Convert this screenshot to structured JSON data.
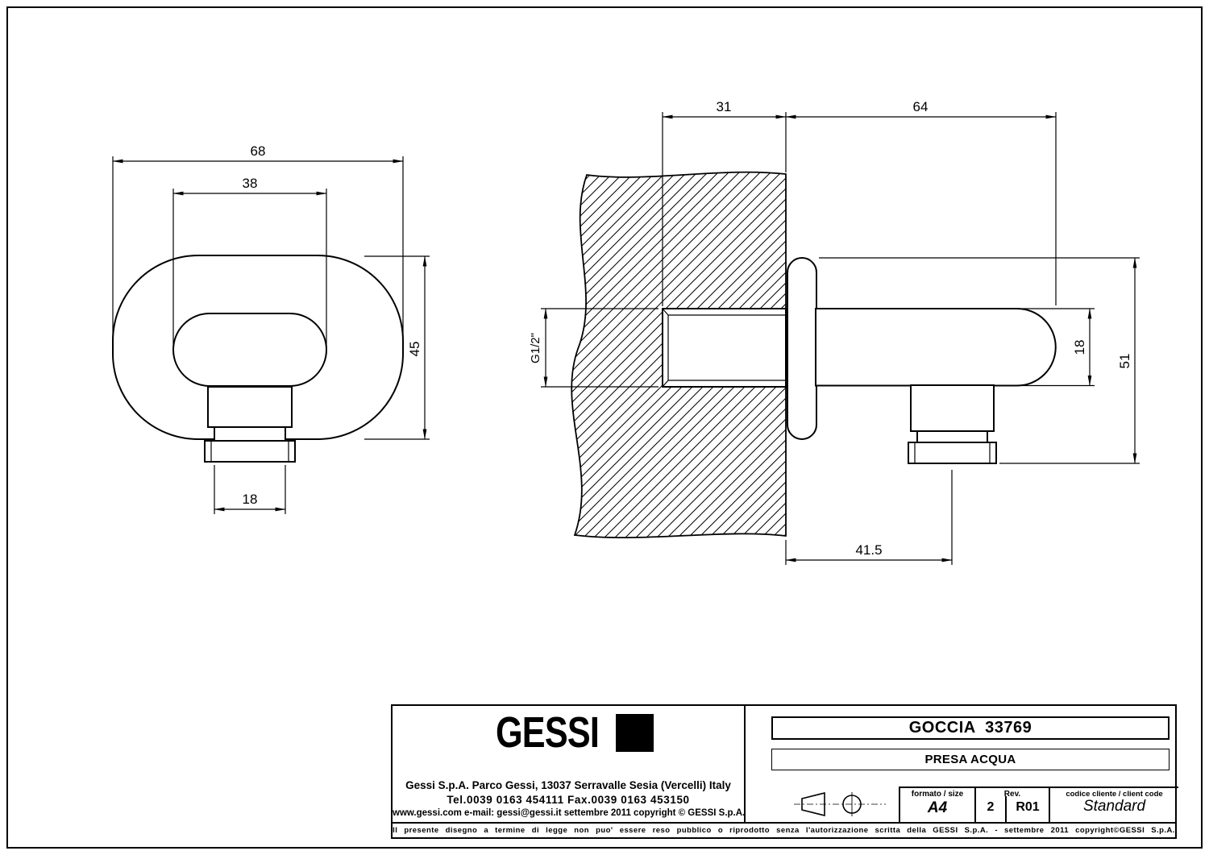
{
  "drawing": {
    "left_view": {
      "dim_outer_width": "68",
      "dim_inner_width": "38",
      "dim_height": "45",
      "dim_fitting_width": "18"
    },
    "right_view": {
      "dim_wall_depth": "31",
      "dim_length": "64",
      "dim_thread": "G1/2\"",
      "dim_pipe_diameter": "18",
      "dim_total_height": "51",
      "dim_offset": "41.5"
    }
  },
  "title_block": {
    "logo_text": "GESSI",
    "address_line": "Gessi S.p.A. Parco Gessi, 13037 Serravalle Sesia (Vercelli) Italy",
    "phone_line": "Tel.0039 0163 454111 Fax.0039 0163 453150",
    "web_line": "www.gessi.com e-mail: gessi@gessi.it settembre 2011 copyright © GESSI S.p.A.",
    "product_code": "GOCCIA  33769",
    "product_name": "PRESA ACQUA",
    "format_label": "formato / size",
    "format_value": "A4",
    "rev_label": "Rev.",
    "rev_number": "2",
    "rev_code": "R01",
    "client_code_label": "codice cliente / client code",
    "client_code_value": "Standard",
    "disclaimer": "Il presente disegno a termine di legge non puo' essere reso pubblico o riprodotto senza l'autorizzazione scritta della GESSI S.p.A. - settembre 2011 copyright©GESSI S.p.A."
  },
  "colors": {
    "line": "#000000",
    "background": "#ffffff"
  }
}
